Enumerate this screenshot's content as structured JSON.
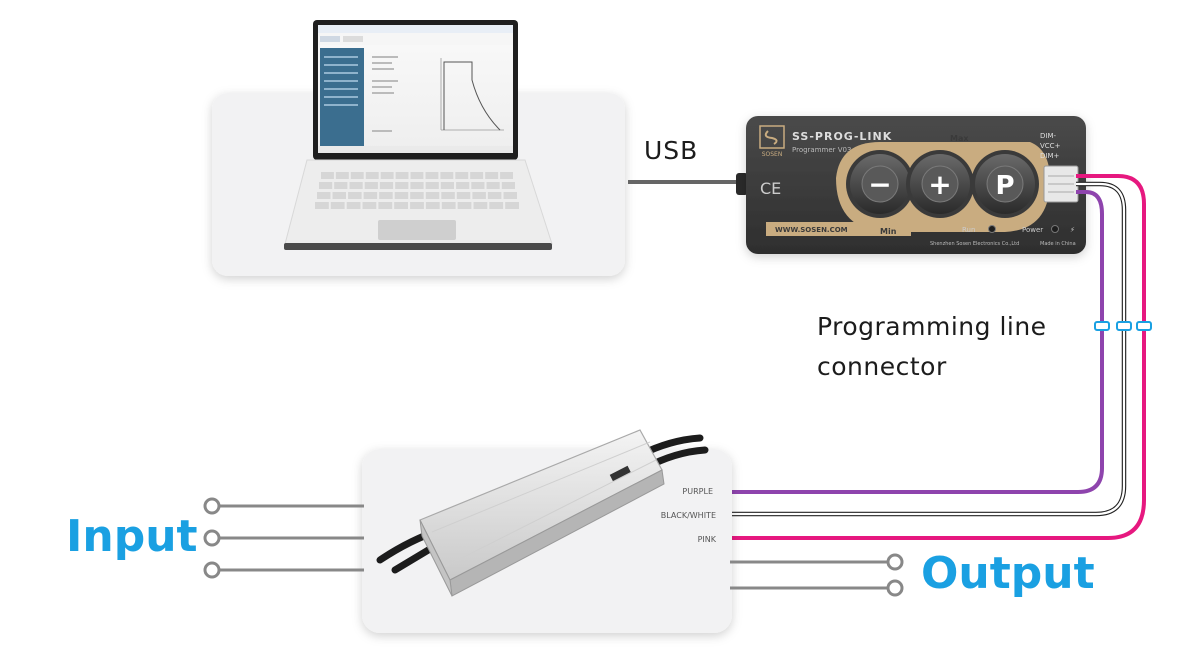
{
  "labels": {
    "usb": "USB",
    "programming_line_1": "Programming line",
    "programming_line_2": "connector",
    "input": "Input",
    "output": "Output"
  },
  "programmer": {
    "model": "SS-PROG-LINK",
    "subtitle": "Programmer V03",
    "brand": "SOSEN",
    "max_label": "Max",
    "min_label": "Min",
    "minus_symbol": "−",
    "plus_symbol": "+",
    "p_symbol": "P",
    "ce_mark": "CE",
    "website": "WWW.SOSEN.COM",
    "run_label": "Run",
    "power_label": "Power",
    "manufacturer": "Shenzhen Sosen Electronics Co.,Ltd",
    "made_in": "Made in China",
    "pin_dim_minus": "DIM-",
    "pin_vcc_plus": "VCC+",
    "pin_dim_plus": "DIM+"
  },
  "driver_wires": {
    "purple": "PURPLE",
    "black_white": "BLACK/WHITE",
    "pink": "PINK"
  },
  "colors": {
    "accent_blue": "#1aa0e2",
    "purple_wire": "#8e44ad",
    "pink_wire": "#e6187f",
    "usb_cable": "#666666",
    "device_body": "#3e3e3e",
    "gold_accent": "#c9ac80"
  }
}
